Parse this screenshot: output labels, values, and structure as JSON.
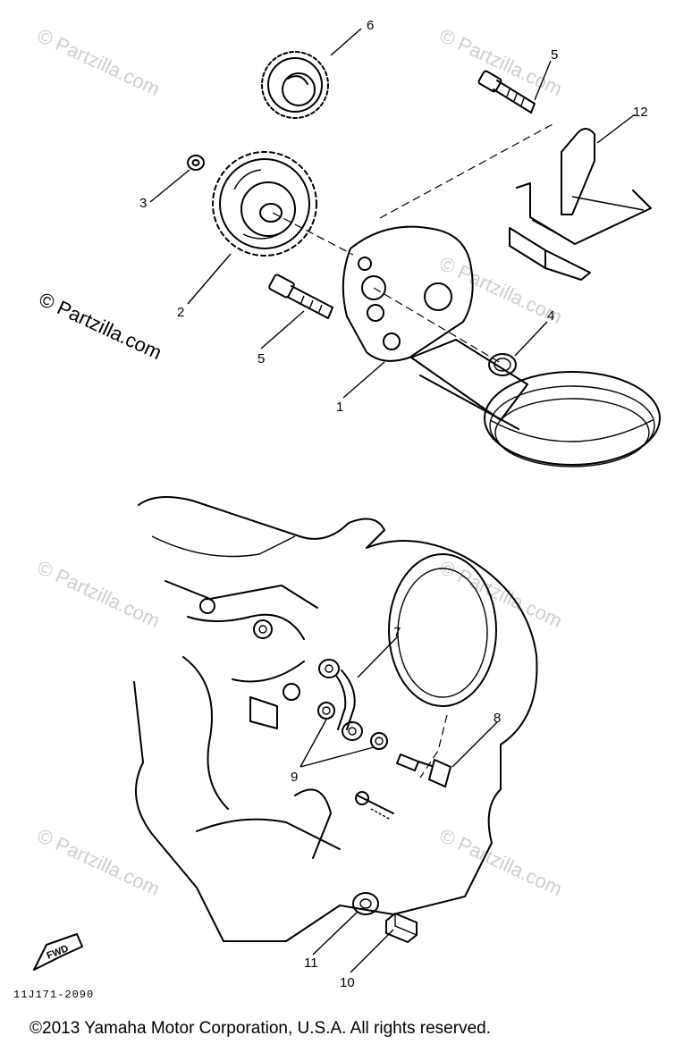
{
  "watermarks": {
    "text": "© Partzilla.com",
    "text_strong": "© Partzilla.com"
  },
  "callouts": {
    "c1": "1",
    "c2": "2",
    "c3": "3",
    "c4": "4",
    "c5a": "5",
    "c5b": "5",
    "c6": "6",
    "c7": "7",
    "c8": "8",
    "c9": "9",
    "c10": "10",
    "c11": "11",
    "c12": "12"
  },
  "fwd_label": "FWD",
  "diagram_code": "11J171-2090",
  "copyright": "©2013  Yamaha Motor Corporation, U.S.A. All rights reserved."
}
